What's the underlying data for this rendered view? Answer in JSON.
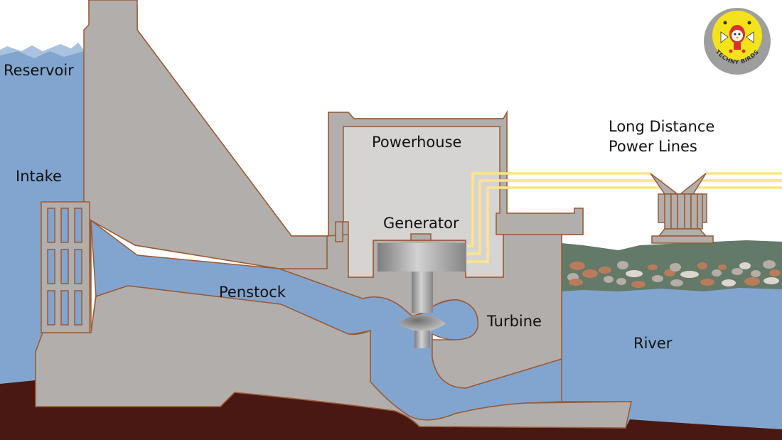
{
  "title": "Hydroelectric Dam Cross-Section",
  "labels": {
    "reservoir": "Reservoir",
    "intake": "Intake",
    "penstock": "Penstock",
    "powerhouse": "Powerhouse",
    "generator": "Generator",
    "turbine": "Turbine",
    "power_lines_line1": "Long Distance",
    "power_lines_line2": "Power Lines",
    "river": "River"
  },
  "logo": {
    "text": "TECHNY BIRDS",
    "icon": "robot-bird-mascot-icon"
  },
  "colors": {
    "water": "#82a5cf",
    "water_light": "#a9c2e0",
    "concrete": "#b2aeab",
    "concrete_light": "#d6d4d3",
    "outline": "#9a5a34",
    "earth": "#4a1812",
    "bank": "#637a68",
    "power_line": "#fde38a",
    "rock_brown": "#b97b5c",
    "rock_grey": "#b5ada6",
    "rock_light": "#ddd6ce",
    "logo_ring": "#9e9e9e",
    "logo_fill": "#f4e31a"
  }
}
